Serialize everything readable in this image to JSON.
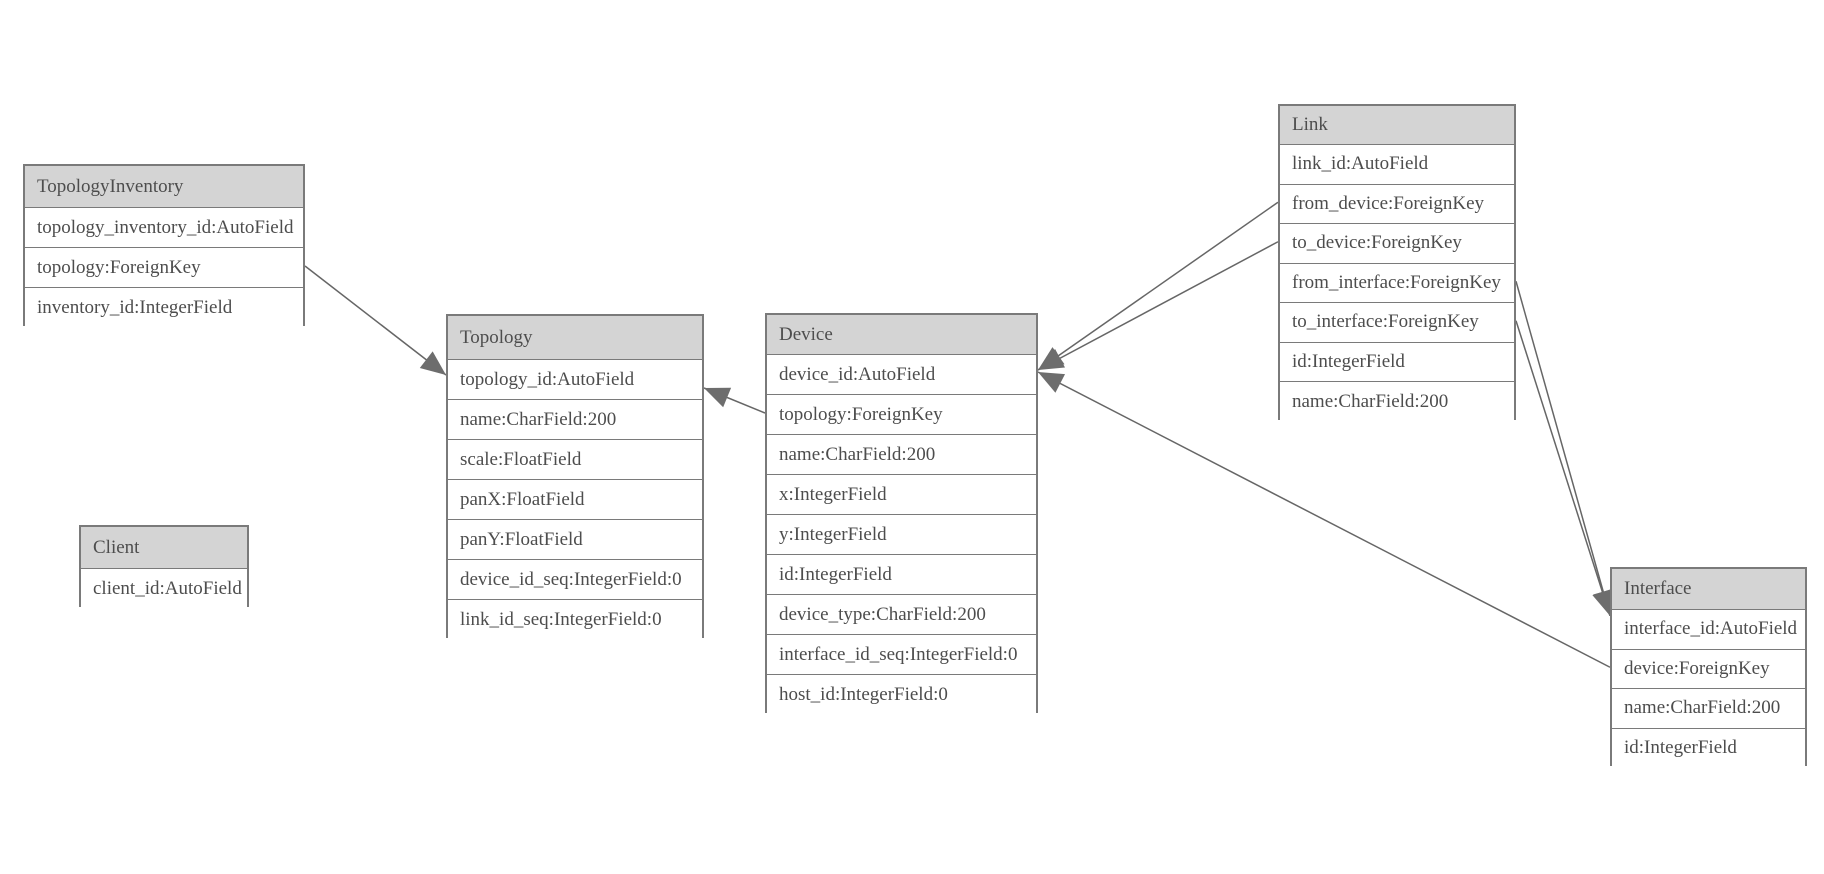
{
  "diagram": {
    "entities": [
      {
        "name": "TopologyInventory",
        "fields": [
          "topology_inventory_id:AutoField",
          "topology:ForeignKey",
          "inventory_id:IntegerField"
        ]
      },
      {
        "name": "Topology",
        "fields": [
          "topology_id:AutoField",
          "name:CharField:200",
          "scale:FloatField",
          "panX:FloatField",
          "panY:FloatField",
          "device_id_seq:IntegerField:0",
          "link_id_seq:IntegerField:0"
        ]
      },
      {
        "name": "Client",
        "fields": [
          "client_id:AutoField"
        ]
      },
      {
        "name": "Device",
        "fields": [
          "device_id:AutoField",
          "topology:ForeignKey",
          "name:CharField:200",
          "x:IntegerField",
          "y:IntegerField",
          "id:IntegerField",
          "device_type:CharField:200",
          "interface_id_seq:IntegerField:0",
          "host_id:IntegerField:0"
        ]
      },
      {
        "name": "Link",
        "fields": [
          "link_id:AutoField",
          "from_device:ForeignKey",
          "to_device:ForeignKey",
          "from_interface:ForeignKey",
          "to_interface:ForeignKey",
          "id:IntegerField",
          "name:CharField:200"
        ]
      },
      {
        "name": "Interface",
        "fields": [
          "interface_id:AutoField",
          "device:ForeignKey",
          "name:CharField:200",
          "id:IntegerField"
        ]
      }
    ],
    "relations": [
      {
        "from_entity": "TopologyInventory",
        "from_field": "topology",
        "to_entity": "Topology",
        "to_field": "topology_id"
      },
      {
        "from_entity": "Device",
        "from_field": "topology",
        "to_entity": "Topology",
        "to_field": "topology_id"
      },
      {
        "from_entity": "Link",
        "from_field": "from_device",
        "to_entity": "Device",
        "to_field": "device_id"
      },
      {
        "from_entity": "Link",
        "from_field": "to_device",
        "to_entity": "Device",
        "to_field": "device_id"
      },
      {
        "from_entity": "Link",
        "from_field": "from_interface",
        "to_entity": "Interface",
        "to_field": "interface_id"
      },
      {
        "from_entity": "Link",
        "from_field": "to_interface",
        "to_entity": "Interface",
        "to_field": "interface_id"
      },
      {
        "from_entity": "Interface",
        "from_field": "device",
        "to_entity": "Device",
        "to_field": "device_id"
      }
    ],
    "colors": {
      "background": "#ffffff",
      "header_fill": "#d4d4d4",
      "row_fill": "#ffffff",
      "border": "#7a7a7a",
      "text": "#4d4d4d",
      "connector": "#666666",
      "arrowhead": "#6d6d6d"
    }
  }
}
